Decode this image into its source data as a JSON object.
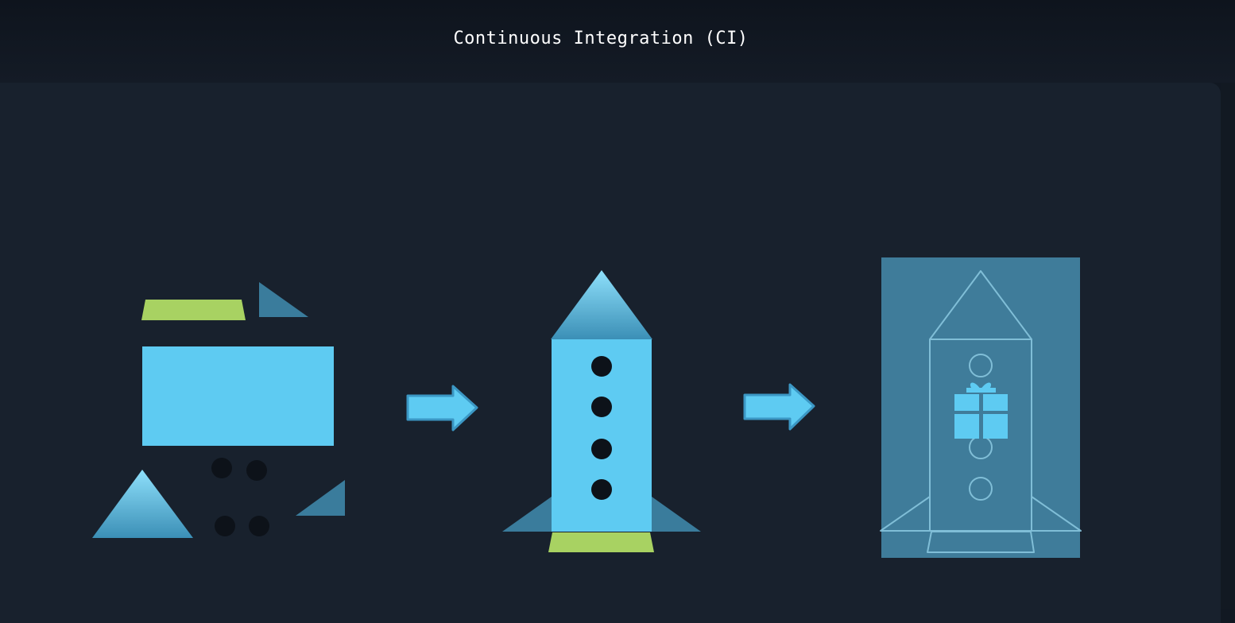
{
  "slide": {
    "title": "Continuous Integration (CI)"
  },
  "stages": [
    {
      "name": "parts",
      "components": [
        "fin-left",
        "nozzle",
        "body",
        "fin-right",
        "nose-cone",
        "windows"
      ]
    },
    {
      "name": "assembled-rocket",
      "windows": 4
    },
    {
      "name": "packaged-rocket",
      "windows": 3,
      "contains": "gift-icon"
    }
  ],
  "colors": {
    "background": "#18212d",
    "header": "#111822",
    "body_blue": "#5ecbf2",
    "fin_blue": "#3a7c9c",
    "nozzle_green": "#a8d262",
    "window_dark": "#0d1219",
    "package_blue": "#3f7c9a",
    "outline": "#8ccae2"
  }
}
